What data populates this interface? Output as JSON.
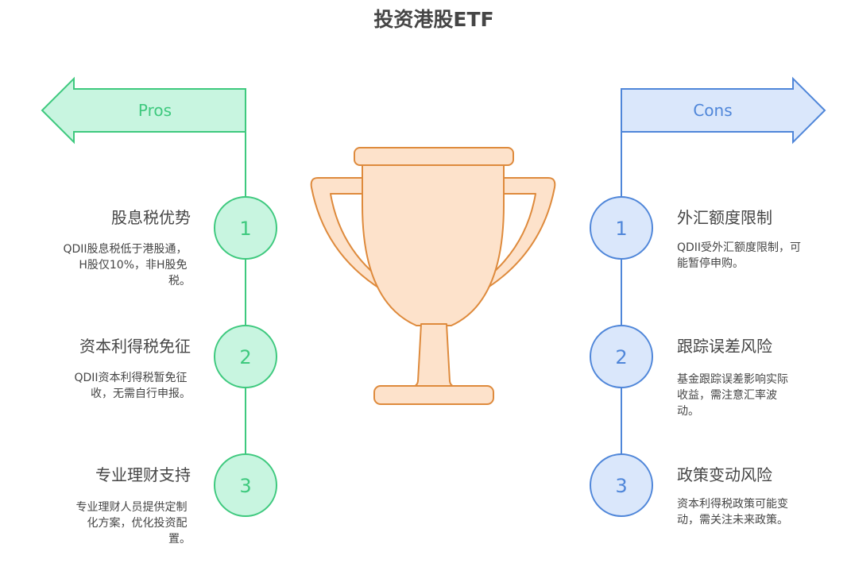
{
  "title": "投资港股ETF",
  "colors": {
    "pros_stroke": "#3ec97e",
    "pros_fill": "#c8f5e0",
    "pros_text": "#3ec97e",
    "cons_stroke": "#4f86d9",
    "cons_fill": "#dae7fb",
    "cons_text": "#4f86d9",
    "trophy_stroke": "#de8a3c",
    "trophy_fill": "#fde2cb",
    "text": "#454545"
  },
  "icons": {
    "center": "trophy-icon",
    "pros_banner": "arrow-left-icon",
    "cons_banner": "arrow-right-icon"
  },
  "pros": {
    "label": "Pros",
    "items": [
      {
        "number": "1",
        "title": "股息税优势",
        "desc_lines": [
          "QDII股息税低于港股通，",
          "H股仅10%，非H股免",
          "税。"
        ]
      },
      {
        "number": "2",
        "title": "资本利得税免征",
        "desc_lines": [
          "QDII资本利得税暂免征",
          "收，无需自行申报。"
        ]
      },
      {
        "number": "3",
        "title": "专业理财支持",
        "desc_lines": [
          "专业理财人员提供定制",
          "化方案，优化投资配",
          "置。"
        ]
      }
    ]
  },
  "cons": {
    "label": "Cons",
    "items": [
      {
        "number": "1",
        "title": "外汇额度限制",
        "desc_lines": [
          "QDII受外汇额度限制，可",
          "能暂停申购。"
        ]
      },
      {
        "number": "2",
        "title": "跟踪误差风险",
        "desc_lines": [
          "基金跟踪误差影响实际",
          "收益，需注意汇率波",
          "动。"
        ]
      },
      {
        "number": "3",
        "title": "政策变动风险",
        "desc_lines": [
          "资本利得税政策可能变",
          "动，需关注未来政策。"
        ]
      }
    ]
  }
}
